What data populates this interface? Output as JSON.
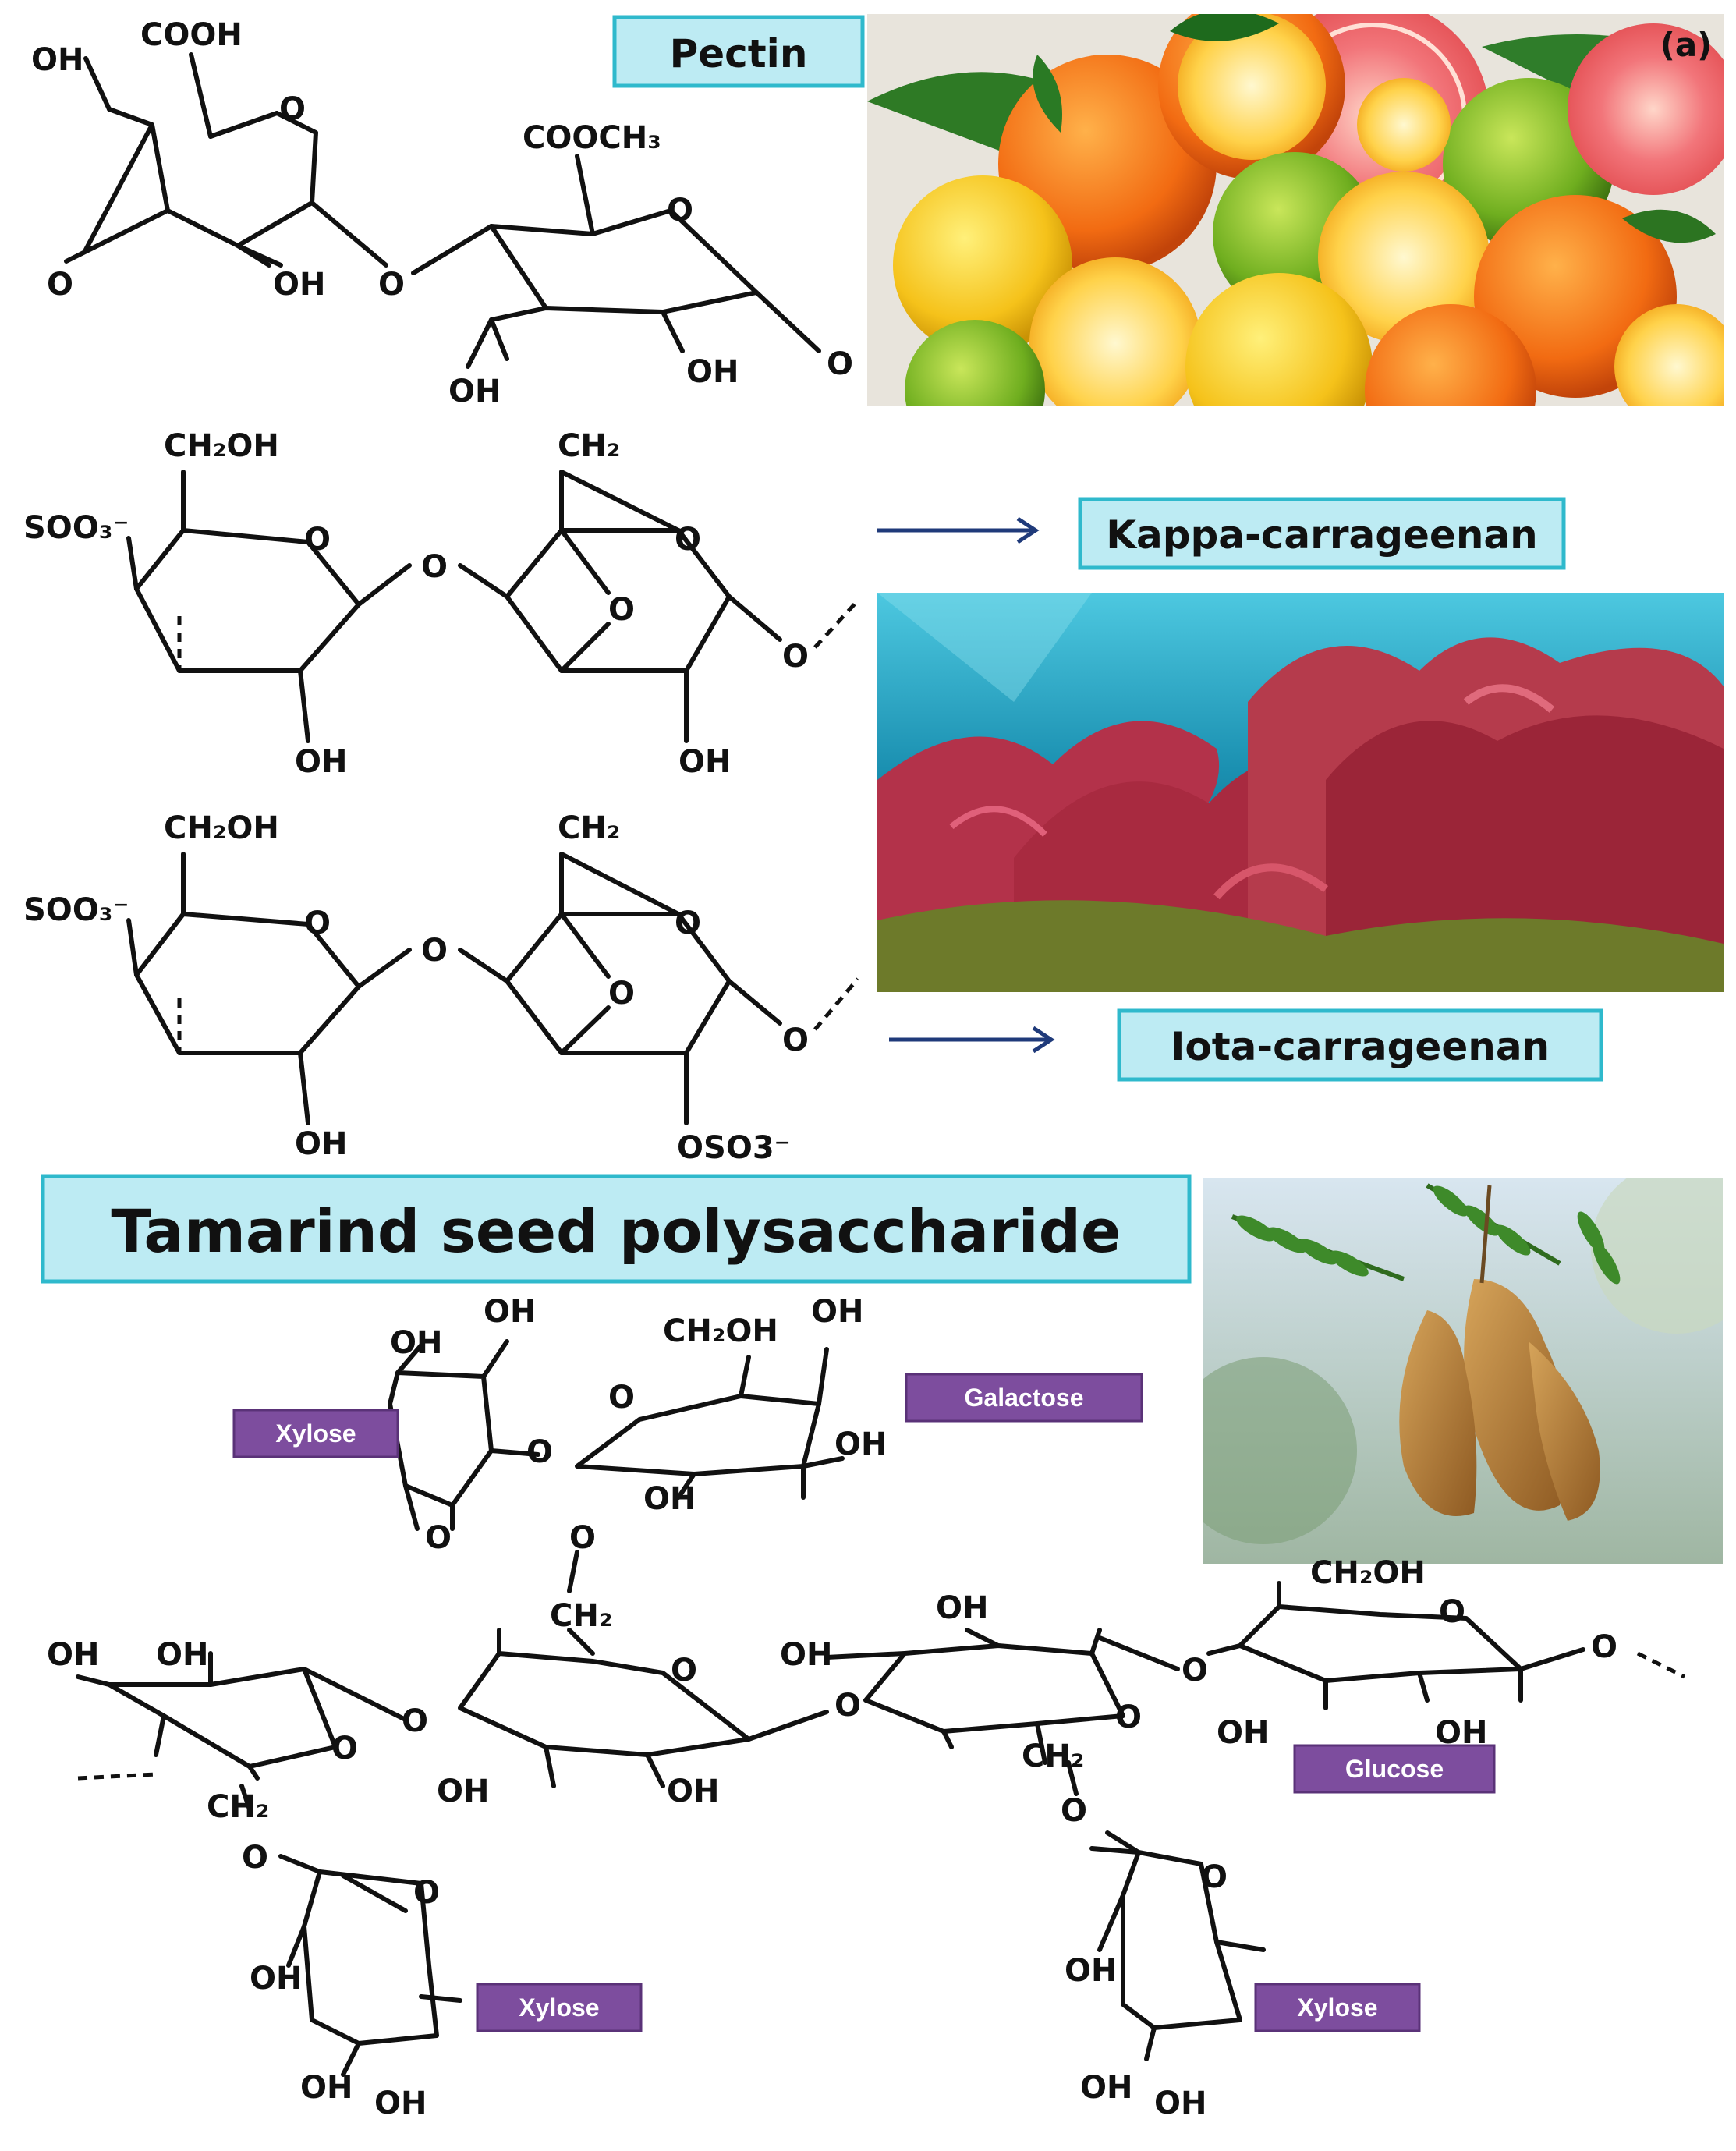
{
  "panel_label": "(a)",
  "titles": {
    "pectin": "Pectin",
    "kappa": "Kappa-carrageenan",
    "iota": "Iota-carrageenan",
    "tamarind": "Tamarind seed polysaccharide"
  },
  "sugar_labels": {
    "xylose_left": "Xylose",
    "galactose": "Galactose",
    "glucose": "Glucose",
    "xylose_bottom_left": "Xylose",
    "xylose_bottom_right": "Xylose"
  },
  "atoms": {
    "OH": "OH",
    "O": "O",
    "COOH": "COOH",
    "COOCH3": "COOCH₃",
    "CH2OH": "CH₂OH",
    "CH2": "CH₂",
    "SO3": "SOO₃⁻",
    "OSO3": "OSO3⁻"
  },
  "photos": {
    "citrus": "citrus-fruits-photo",
    "seaweed": "red-seaweed-photo",
    "tamarind": "tamarind-pods-photo"
  },
  "colors": {
    "title_fill": "#bdebf3",
    "title_stroke": "#2fb9cc",
    "sugar_label_fill": "#7d4d9e",
    "arrow": "#1f3a7a"
  }
}
